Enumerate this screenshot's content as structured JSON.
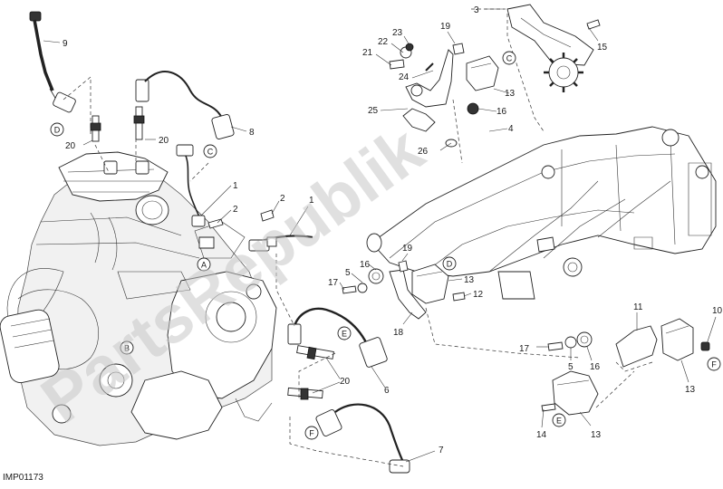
{
  "diagram": {
    "code": "IMP01173",
    "watermark": "PartsRepublik",
    "callouts": [
      "1",
      "2",
      "3",
      "4",
      "5",
      "6",
      "7",
      "8",
      "9",
      "10",
      "11",
      "12",
      "13",
      "14",
      "15",
      "16",
      "17",
      "18",
      "19",
      "20",
      "21",
      "22",
      "23",
      "24",
      "25",
      "26"
    ],
    "circle_refs": [
      "A",
      "B",
      "C",
      "D",
      "E",
      "F"
    ]
  },
  "labels": {
    "c9": "9",
    "c20a": "20",
    "c20b": "20",
    "c8": "8",
    "c1a": "1",
    "c2a": "2",
    "c2b": "2",
    "c1b": "1",
    "c3": "3",
    "c19a": "19",
    "c23": "23",
    "c22": "22",
    "c21": "21",
    "c24": "24",
    "c25": "25",
    "c13a": "13",
    "c16a": "16",
    "c4": "4",
    "c26": "26",
    "c15": "15",
    "c19b": "19",
    "c16b": "16",
    "c5a": "5",
    "c17a": "17",
    "c13b": "13",
    "c12": "12",
    "c18": "18",
    "c6": "6",
    "c20c": "20",
    "c7": "7",
    "c11": "11",
    "c10": "10",
    "c17b": "17",
    "c5b": "5",
    "c16c": "16",
    "c13c": "13",
    "c13d": "13",
    "c14": "14",
    "rD1": "D",
    "rC1": "C",
    "rA1": "A",
    "rB1": "B",
    "rE1": "E",
    "rC2": "C",
    "rD2": "D",
    "rF1": "F",
    "rE2": "E",
    "rF2": "F"
  }
}
